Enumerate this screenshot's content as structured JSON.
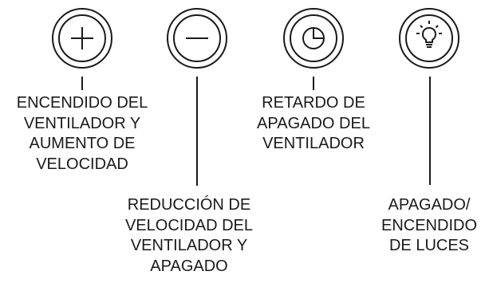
{
  "buttons": [
    {
      "icon": "plus-icon",
      "label_lines": [
        "ENCENDIDO DEL",
        "VENTILADOR Y",
        "AUMENTO DE",
        "VELOCIDAD"
      ]
    },
    {
      "icon": "minus-icon",
      "label_lines": [
        "REDUCCIÓN DE",
        "VELOCIDAD DEL",
        "VENTILADOR Y",
        "APAGADO"
      ]
    },
    {
      "icon": "timer-icon",
      "label_lines": [
        "RETARDO DE",
        "APAGADO DEL",
        "VENTILADOR"
      ]
    },
    {
      "icon": "light-bulb-icon",
      "label_lines": [
        "APAGADO/",
        "ENCENDIDO",
        "DE LUCES"
      ]
    }
  ]
}
